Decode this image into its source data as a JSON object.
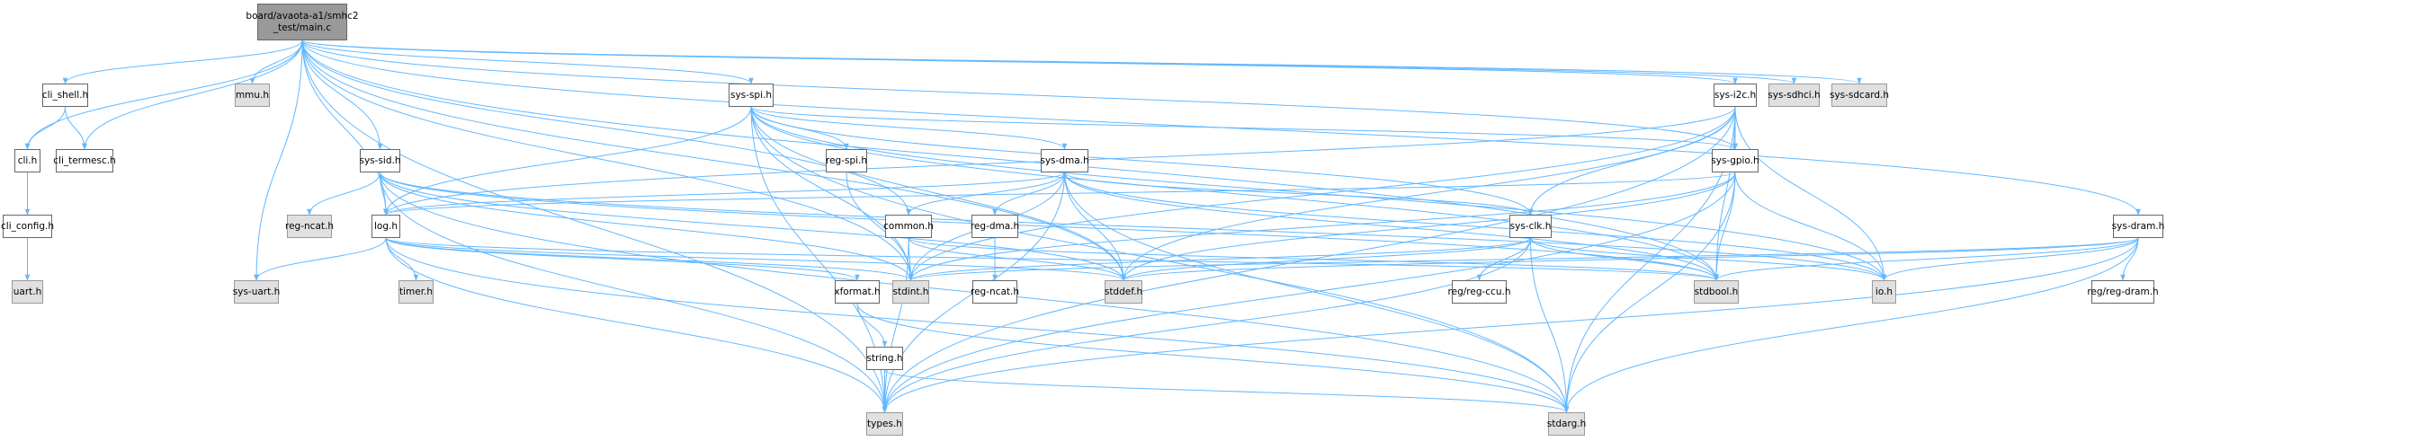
{
  "colors": {
    "edge": "#63b8ff",
    "root_fill": "#999999",
    "external_fill": "#e0e0e0",
    "node_fill": "#ffffff"
  },
  "nodes": [
    {
      "id": "main",
      "label": "board/avaota-a1/smhc2\n_test/main.c",
      "kind": "root"
    },
    {
      "id": "cli_shell",
      "label": "cli_shell.h",
      "kind": "file"
    },
    {
      "id": "mmu",
      "label": "mmu.h",
      "kind": "ext"
    },
    {
      "id": "sys_spi",
      "label": "sys-spi.h",
      "kind": "file"
    },
    {
      "id": "sys_i2c",
      "label": "sys-i2c.h",
      "kind": "file"
    },
    {
      "id": "sys_sdhci",
      "label": "sys-sdhci.h",
      "kind": "ext"
    },
    {
      "id": "sys_sdcard",
      "label": "sys-sdcard.h",
      "kind": "ext"
    },
    {
      "id": "cli",
      "label": "cli.h",
      "kind": "file"
    },
    {
      "id": "cli_termesc",
      "label": "cli_termesc.h",
      "kind": "file"
    },
    {
      "id": "sys_sid",
      "label": "sys-sid.h",
      "kind": "file"
    },
    {
      "id": "reg_spi",
      "label": "reg-spi.h",
      "kind": "file"
    },
    {
      "id": "sys_dma",
      "label": "sys-dma.h",
      "kind": "file"
    },
    {
      "id": "sys_gpio",
      "label": "sys-gpio.h",
      "kind": "file"
    },
    {
      "id": "cli_config",
      "label": "cli_config.h",
      "kind": "file"
    },
    {
      "id": "reg_ncat_ext",
      "label": "reg-ncat.h",
      "kind": "ext"
    },
    {
      "id": "log",
      "label": "log.h",
      "kind": "file"
    },
    {
      "id": "common",
      "label": "common.h",
      "kind": "file"
    },
    {
      "id": "reg_dma",
      "label": "reg-dma.h",
      "kind": "file"
    },
    {
      "id": "sys_clk",
      "label": "sys-clk.h",
      "kind": "file"
    },
    {
      "id": "sys_dram",
      "label": "sys-dram.h",
      "kind": "file"
    },
    {
      "id": "uart",
      "label": "uart.h",
      "kind": "ext"
    },
    {
      "id": "sys_uart",
      "label": "sys-uart.h",
      "kind": "ext"
    },
    {
      "id": "timer",
      "label": "timer.h",
      "kind": "ext"
    },
    {
      "id": "xformat",
      "label": "xformat.h",
      "kind": "file"
    },
    {
      "id": "stdint",
      "label": "stdint.h",
      "kind": "ext"
    },
    {
      "id": "reg_ncat",
      "label": "reg-ncat.h",
      "kind": "file"
    },
    {
      "id": "stddef",
      "label": "stddef.h",
      "kind": "ext"
    },
    {
      "id": "reg_ccu",
      "label": "reg/reg-ccu.h",
      "kind": "file"
    },
    {
      "id": "stdbool",
      "label": "stdbool.h",
      "kind": "ext"
    },
    {
      "id": "io",
      "label": "io.h",
      "kind": "ext"
    },
    {
      "id": "reg_dram",
      "label": "reg/reg-dram.h",
      "kind": "file"
    },
    {
      "id": "string",
      "label": "string.h",
      "kind": "file"
    },
    {
      "id": "types",
      "label": "types.h",
      "kind": "ext"
    },
    {
      "id": "stdarg",
      "label": "stdarg.h",
      "kind": "ext"
    }
  ],
  "edges": [
    [
      "main",
      "cli"
    ],
    [
      "main",
      "cli_shell"
    ],
    [
      "main",
      "cli_termesc"
    ],
    [
      "main",
      "mmu"
    ],
    [
      "main",
      "sys_uart"
    ],
    [
      "main",
      "types"
    ],
    [
      "main",
      "stdint"
    ],
    [
      "main",
      "log"
    ],
    [
      "main",
      "common"
    ],
    [
      "main",
      "sys_sid"
    ],
    [
      "main",
      "sys_spi"
    ],
    [
      "main",
      "sys_i2c"
    ],
    [
      "main",
      "sys_gpio"
    ],
    [
      "main",
      "sys_sdhci"
    ],
    [
      "main",
      "sys_sdcard"
    ],
    [
      "main",
      "sys_dram"
    ],
    [
      "main",
      "stdbool"
    ],
    [
      "main",
      "stddef"
    ],
    [
      "cli_shell",
      "cli"
    ],
    [
      "cli_shell",
      "cli_termesc"
    ],
    [
      "cli",
      "cli_config"
    ],
    [
      "cli_config",
      "uart"
    ],
    [
      "sys_sid",
      "reg_ncat_ext"
    ],
    [
      "sys_sid",
      "log"
    ],
    [
      "sys_sid",
      "types"
    ],
    [
      "sys_sid",
      "stdint"
    ],
    [
      "sys_sid",
      "stdarg"
    ],
    [
      "sys_sid",
      "stddef"
    ],
    [
      "sys_sid",
      "stdbool"
    ],
    [
      "sys_sid",
      "io"
    ],
    [
      "log",
      "sys_uart"
    ],
    [
      "log",
      "timer"
    ],
    [
      "log",
      "types"
    ],
    [
      "log",
      "stdint"
    ],
    [
      "log",
      "xformat"
    ],
    [
      "log",
      "stdarg"
    ],
    [
      "log",
      "stddef"
    ],
    [
      "log",
      "stdbool"
    ],
    [
      "xformat",
      "string"
    ],
    [
      "xformat",
      "stdarg"
    ],
    [
      "string",
      "types"
    ],
    [
      "string",
      "stdarg"
    ],
    [
      "sys_spi",
      "reg_spi"
    ],
    [
      "sys_spi",
      "sys_dma"
    ],
    [
      "sys_spi",
      "log"
    ],
    [
      "sys_spi",
      "sys_clk"
    ],
    [
      "sys_spi",
      "sys_gpio"
    ],
    [
      "sys_spi",
      "stddef"
    ],
    [
      "sys_spi",
      "stdint"
    ],
    [
      "sys_spi",
      "types"
    ],
    [
      "sys_spi",
      "stdbool"
    ],
    [
      "sys_spi",
      "io"
    ],
    [
      "sys_spi",
      "stdarg"
    ],
    [
      "reg_spi",
      "stdint"
    ],
    [
      "sys_dma",
      "common"
    ],
    [
      "sys_dma",
      "reg_dma"
    ],
    [
      "sys_dma",
      "log"
    ],
    [
      "sys_dma",
      "sys_clk"
    ],
    [
      "sys_dma",
      "stdint"
    ],
    [
      "sys_dma",
      "stddef"
    ],
    [
      "sys_dma",
      "types"
    ],
    [
      "sys_dma",
      "stdarg"
    ],
    [
      "sys_dma",
      "stdbool"
    ],
    [
      "sys_dma",
      "io"
    ],
    [
      "common",
      "stdint"
    ],
    [
      "common",
      "stddef"
    ],
    [
      "common",
      "types"
    ],
    [
      "common",
      "stdbool"
    ],
    [
      "reg_dma",
      "reg_ncat"
    ],
    [
      "sys_clk",
      "reg_ccu"
    ],
    [
      "sys_clk",
      "stdarg"
    ],
    [
      "sys_clk",
      "stddef"
    ],
    [
      "sys_clk",
      "stdint"
    ],
    [
      "sys_clk",
      "types"
    ],
    [
      "sys_clk",
      "stdbool"
    ],
    [
      "sys_clk",
      "io"
    ],
    [
      "sys_i2c",
      "sys_gpio"
    ],
    [
      "sys_i2c",
      "sys_clk"
    ],
    [
      "sys_i2c",
      "stdint"
    ],
    [
      "sys_i2c",
      "stddef"
    ],
    [
      "sys_i2c",
      "stdbool"
    ],
    [
      "sys_i2c",
      "io"
    ],
    [
      "sys_i2c",
      "types"
    ],
    [
      "sys_i2c",
      "stdarg"
    ],
    [
      "sys_i2c",
      "log"
    ],
    [
      "sys_gpio",
      "log"
    ],
    [
      "sys_gpio",
      "stdint"
    ],
    [
      "sys_gpio",
      "stddef"
    ],
    [
      "sys_gpio",
      "stdbool"
    ],
    [
      "sys_gpio",
      "io"
    ],
    [
      "sys_gpio",
      "types"
    ],
    [
      "sys_gpio",
      "stdarg"
    ],
    [
      "sys_dram",
      "reg_dram"
    ],
    [
      "sys_dram",
      "stdint"
    ],
    [
      "sys_dram",
      "stddef"
    ],
    [
      "sys_dram",
      "stdbool"
    ],
    [
      "sys_dram",
      "io"
    ],
    [
      "sys_dram",
      "types"
    ],
    [
      "sys_dram",
      "stdarg"
    ]
  ]
}
